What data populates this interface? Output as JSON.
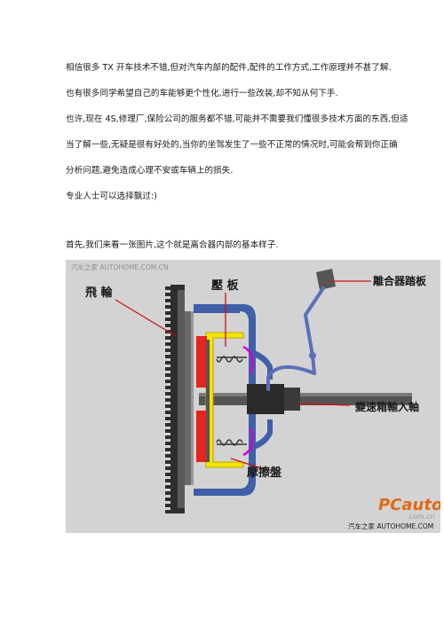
{
  "paragraphs": [
    "相信很多 TX 开车技术不错,但对汽车内部的配件,配件的工作方式,工作原理并不甚了解.",
    "也有很多同学希望自己的车能够更个性化,进行一些改装,却不知从何下手.",
    "也许,现在 4S,修理厂,保险公司的服务都不错,可能并不需要我们懂很多技术方面的东西,但适",
    "当了解一些,无疑是很有好处的,当你的坐驾发生了一些不正常的情况时,可能会帮到你正确",
    "分析问题,避免造成心理不安或车辆上的损失.",
    "专业人士可以选择飘过:)",
    "首先,我们来看一张图片,这个就是离合器内部的基本样子."
  ],
  "figure": {
    "labels": {
      "flywheel": "飛 輪",
      "pressure_plate": "壓 板",
      "clutch_pedal": "離合器踏板",
      "input_shaft": "變速箱輸入軸",
      "friction_disc": "摩擦盤"
    },
    "watermark_top": "汽车之家 AUTOHOME.COM.CN",
    "watermark_brand": "PCauto",
    "watermark_domain": ".com.cn",
    "watermark_bottom": "汽车之家 AUTOHOME.COM"
  },
  "colors": {
    "background": "#d3d3d3",
    "flywheel": "#3a3a3a",
    "friction_disc": "#e8231c",
    "pressure_plate": "#f5e300",
    "cover": "#3f5fa8",
    "spring": "#d400d4",
    "shaft": "#4a4a4a",
    "pointer_lines": "#d01010",
    "watermark": "#e06a14"
  }
}
